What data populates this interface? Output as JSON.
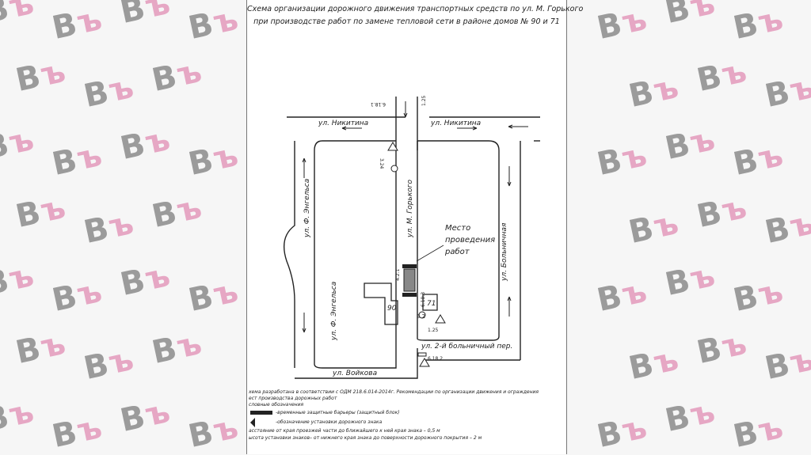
{
  "watermark": {
    "mark": "Bъ",
    "color_gray": "#9b9b9b",
    "color_pink": "#e6a7c4"
  },
  "title": {
    "line1": "Схема организации дорожного движения транспортных средств по ул. М. Горького",
    "line2": "при производстве работ по замене тепловой сети в районе домов № 90 и 71"
  },
  "streets": {
    "nikitina_left": "ул. Никитина",
    "nikitina_right": "ул. Никитина",
    "engelsa_top": "ул. Ф. Энгельса",
    "engelsa_bottom": "ул. Ф. Энгельса",
    "gorkogo": "ул. М. Горького",
    "bolnichnaya": "ул. Больничная",
    "bolnichny_per": "ул. 2-й больничный пер.",
    "voykova": "ул. Войкова"
  },
  "work_site": {
    "line1": "Место",
    "line2": "проведения",
    "line3": "работ"
  },
  "houses": {
    "h90": "90",
    "h71": "71"
  },
  "signs": {
    "s3_24": "3.24",
    "s1_25": "1.25",
    "s6_18_1": "6.18.1",
    "s6_18_2": "6.18.2",
    "s3_2": "3.2",
    "s4_2_1": "4.2.1",
    "s1_25b": "1.25",
    "s6_18_3": "6.18.3"
  },
  "notes": {
    "n1": "хема разработана в соответствии с ОДМ 218.6.014-2014г. Рекомендации по организации движения и ограждения",
    "n2": "ест производства дорожных работ",
    "n3": "словные обозначения",
    "n4": "-временные защитные барьеры (защитный блок)",
    "n5": "-обозначение установки дорожного знака",
    "n6": "асстояние от края проезжей части до ближайшего к ней края знака – 0,5 м",
    "n7": "ысота установки знаков– от нижнего края знака до поверхности дорожного покрытия – 2 м"
  }
}
